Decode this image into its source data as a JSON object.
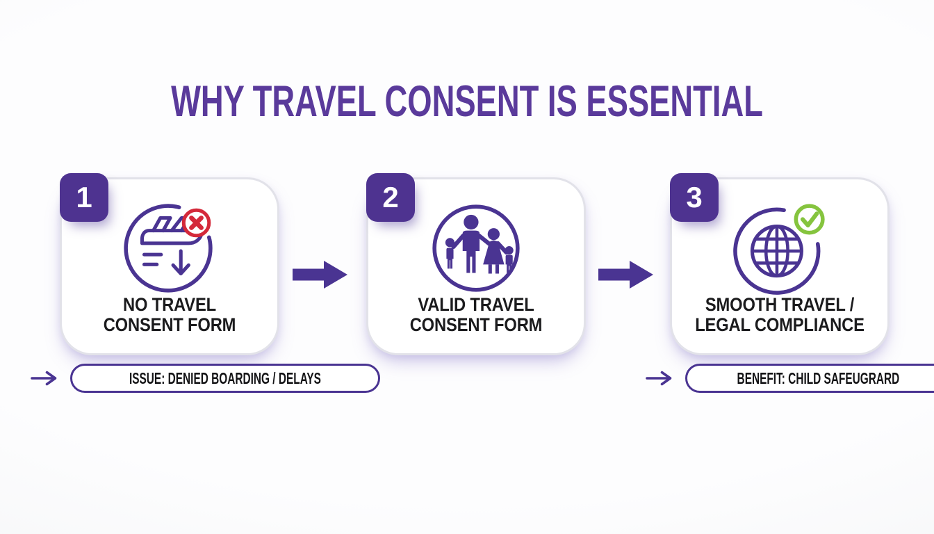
{
  "title": "WHY TRAVEL CONSENT IS ESSENTIAL",
  "colors": {
    "title_purple": "#5a3a9b",
    "icon_purple": "#4a3492",
    "badge_purple": "#4e3390",
    "denied_red": "#d4293a",
    "approved_green": "#85c43e",
    "label_text": "#1b1b1d",
    "card_background": "#ffffff"
  },
  "steps": [
    {
      "number": "1",
      "icon": "plane-denied-icon",
      "label": "NO TRAVEL\nCONSENT FORM"
    },
    {
      "number": "2",
      "icon": "family-icon",
      "label": "VALID TRAVEL\nCONSENT FORM"
    },
    {
      "number": "3",
      "icon": "globe-approved-icon",
      "label": "SMOOTH TRAVEL /\nLEGAL COMPLIANCE"
    }
  ],
  "callouts": [
    {
      "text": "ISSUE: DENIED BOARDING / DELAYS"
    },
    {
      "text": "BENEFIT: CHILD SAFEUGRARD"
    }
  ]
}
